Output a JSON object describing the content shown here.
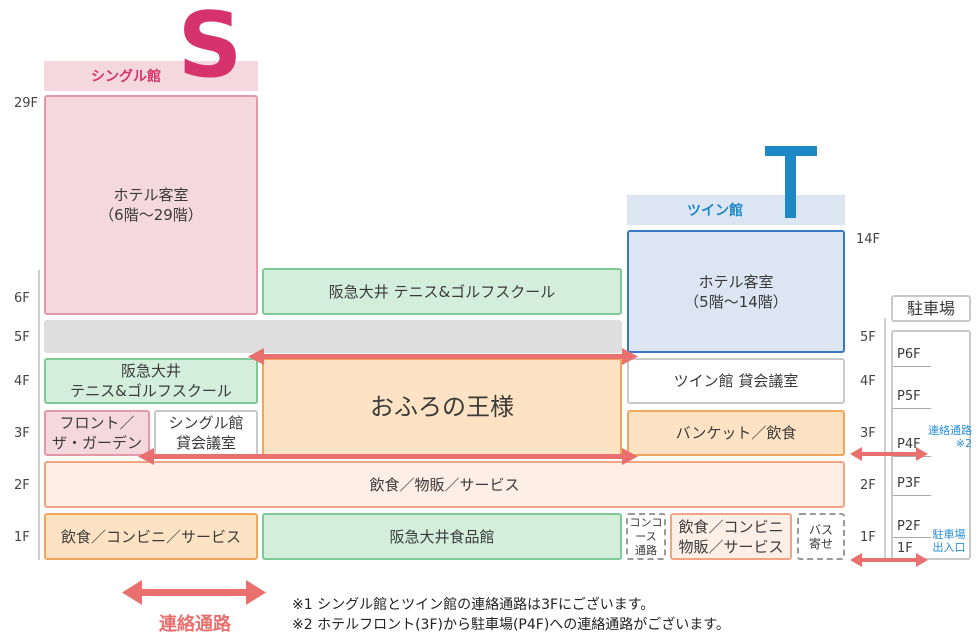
{
  "single": {
    "name": "シングル館",
    "letter": "S",
    "top_floor": "29F",
    "rooms": "ホテル客室\n（6階～29階）"
  },
  "twin": {
    "name": "ツイン館",
    "letter": "T",
    "top_floor": "14F",
    "rooms": "ホテル客室\n（5階～14階）"
  },
  "parking": {
    "title": "駐車場",
    "levels": [
      "P6F",
      "P5F",
      "P4F",
      "P3F",
      "P2F",
      "1F"
    ],
    "corridor_label": "連絡通路\n※2",
    "entrance_label": "駐車場\n出入口"
  },
  "floors_left": [
    "6F",
    "5F",
    "4F",
    "3F",
    "2F",
    "1F"
  ],
  "floors_right": [
    "5F",
    "4F",
    "3F",
    "2F",
    "1F"
  ],
  "blocks": {
    "tennis_top": "阪急大井 テニス&ゴルフスクール",
    "tennis_4f": "阪急大井\nテニス&ゴルフスクール",
    "ofuro": "おふろの王様",
    "front": "フロント／\nザ・ガーデン",
    "single_meeting": "シングル館\n貸会議室",
    "twin_meeting": "ツイン館 貸会議室",
    "banquet": "バンケット／飲食",
    "floor2": "飲食／物販／サービス",
    "left_1f": "飲食／コンビニ／サービス",
    "food_hall": "阪急大井食品館",
    "concourse": "コンコース\n通路",
    "twin_1f": "飲食／コンビニ\n物販／サービス",
    "bus": "バス\n寄せ"
  },
  "legend": {
    "corridor": "連絡通路",
    "note1": "※1 シングル館とツイン館の連絡通路は3Fにございます。",
    "note2": "※2 ホテルフロント(3F)から駐車場(P4F)への連絡通路がございます。"
  },
  "colors": {
    "arrow": "#e9706f",
    "single_accent": "#d6336c",
    "twin_accent": "#1e88c7",
    "parking_label": "#2a8fd6"
  }
}
